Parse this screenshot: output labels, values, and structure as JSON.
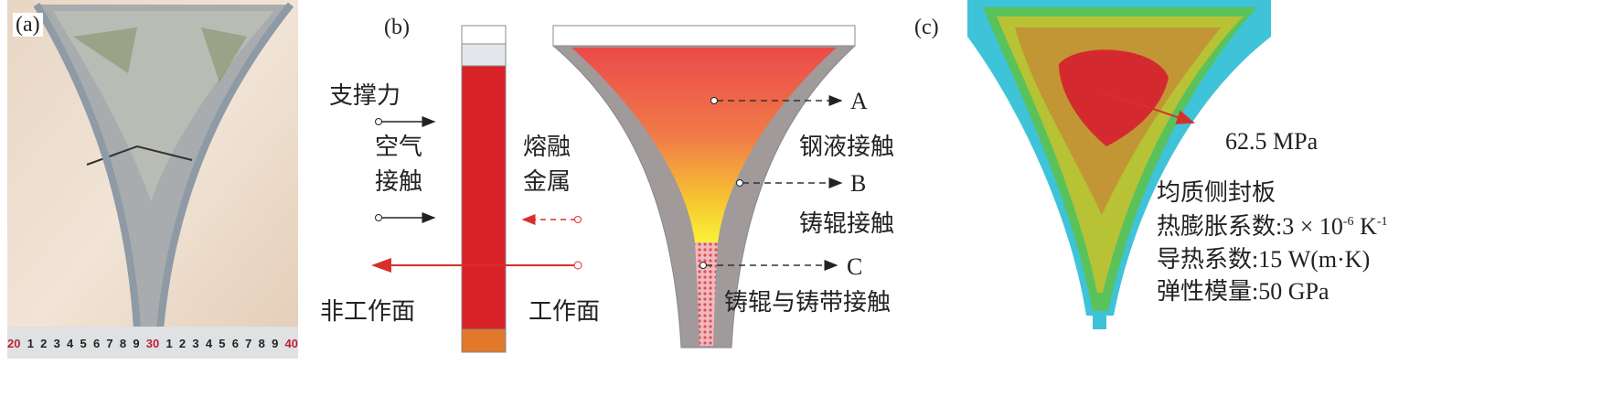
{
  "panels": {
    "a": {
      "label": "(a)",
      "ruler_ticks": [
        "20",
        "1",
        "2",
        "3",
        "4",
        "5",
        "6",
        "7",
        "8",
        "9",
        "30",
        "1",
        "2",
        "3",
        "4",
        "5",
        "6",
        "7",
        "8",
        "9",
        "40"
      ]
    },
    "b": {
      "label": "(b)",
      "support_force": "支撑力",
      "air_contact_1": "空气",
      "air_contact_2": "接触",
      "molten_metal_1": "熔融",
      "molten_metal_2": "金属",
      "non_working_face": "非工作面",
      "working_face": "工作面",
      "point_a": "A",
      "point_b": "B",
      "point_c": "C",
      "contact_a": "钢液接触",
      "contact_b": "铸辊接触",
      "contact_c": "铸辊与铸带接触"
    },
    "c": {
      "label": "(c)",
      "max_stress": "62.5 MPa",
      "title": "均质侧封板",
      "thermal_expansion_label": "热膨胀系数:3 × 10",
      "thermal_expansion_exp": "-6",
      "thermal_expansion_unit": " K",
      "thermal_expansion_unit_exp": "-1",
      "conductivity": "导热系数:15 W(m·K)",
      "modulus": "弹性模量:50 GPa"
    }
  },
  "colors": {
    "red": "#d92128",
    "arrow_red": "#d7302c",
    "gray": "#a09a9a",
    "orange": "#e07a2a"
  }
}
